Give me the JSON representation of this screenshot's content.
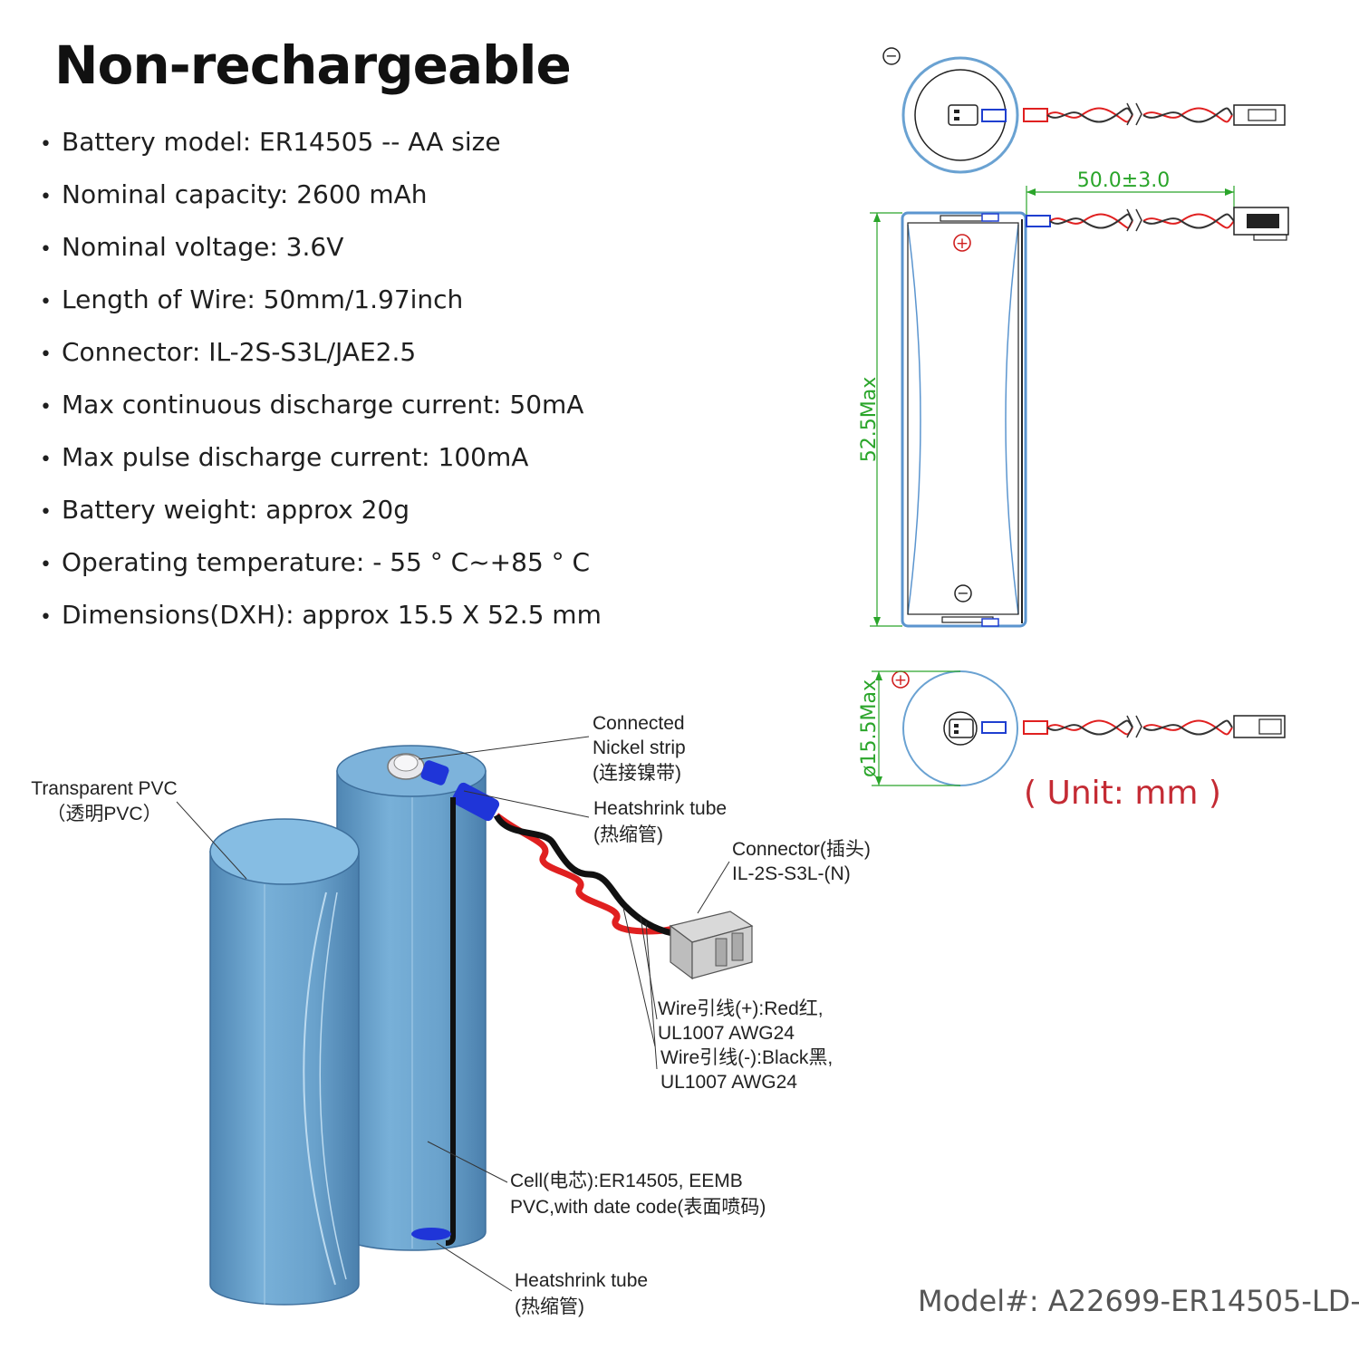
{
  "title": "Non-rechargeable",
  "specs": [
    "Battery model: ER14505 -- AA size",
    "Nominal capacity: 2600 mAh",
    "Nominal voltage: 3.6V",
    "Length of Wire: 50mm/1.97inch",
    "Connector:  IL-2S-S3L/JAE2.5",
    "Max continuous discharge current: 50mA",
    "Max pulse discharge current: 100mA",
    "Battery weight: approx 20g",
    "Operating temperature: - 55 ° C~+85 ° C",
    "Dimensions(DXH): approx 15.5 X 52.5 mm"
  ],
  "drawing": {
    "wire_length_dim": "50.0±3.0",
    "height_dim": "52.5Max",
    "diameter_dim": "ø15.5Max",
    "unit_label": "( Unit: mm )",
    "plus_symbol": "+",
    "minus_symbol": "−"
  },
  "callouts": {
    "transparent_pvc": [
      "Transparent PVC",
      "（透明PVC）"
    ],
    "nickel_strip": [
      "Connected",
      "Nickel strip",
      "(连接镍带)"
    ],
    "heatshrink_top": [
      "Heatshrink tube",
      "(热缩管)"
    ],
    "connector": [
      "Connector(插头)",
      "IL-2S-S3L-(N)"
    ],
    "wire_red": [
      "Wire引线(+):Red红,",
      "UL1007 AWG24"
    ],
    "wire_black": [
      "Wire引线(-):Black黑,",
      "UL1007 AWG24"
    ],
    "cell": [
      "Cell(电芯):ER14505, EEMB",
      "PVC,with date code(表面喷码)"
    ],
    "heatshrink_bottom": [
      "Heatshrink tube",
      "(热缩管)"
    ]
  },
  "model": "Model#: A22699-ER14505-LD-",
  "colors": {
    "battery_blue": "#6fa6cf",
    "outline_blue": "#4a86c8",
    "dimension_green": "#2aa52a",
    "wire_red": "#e02020",
    "unit_red": "#c42b34"
  }
}
